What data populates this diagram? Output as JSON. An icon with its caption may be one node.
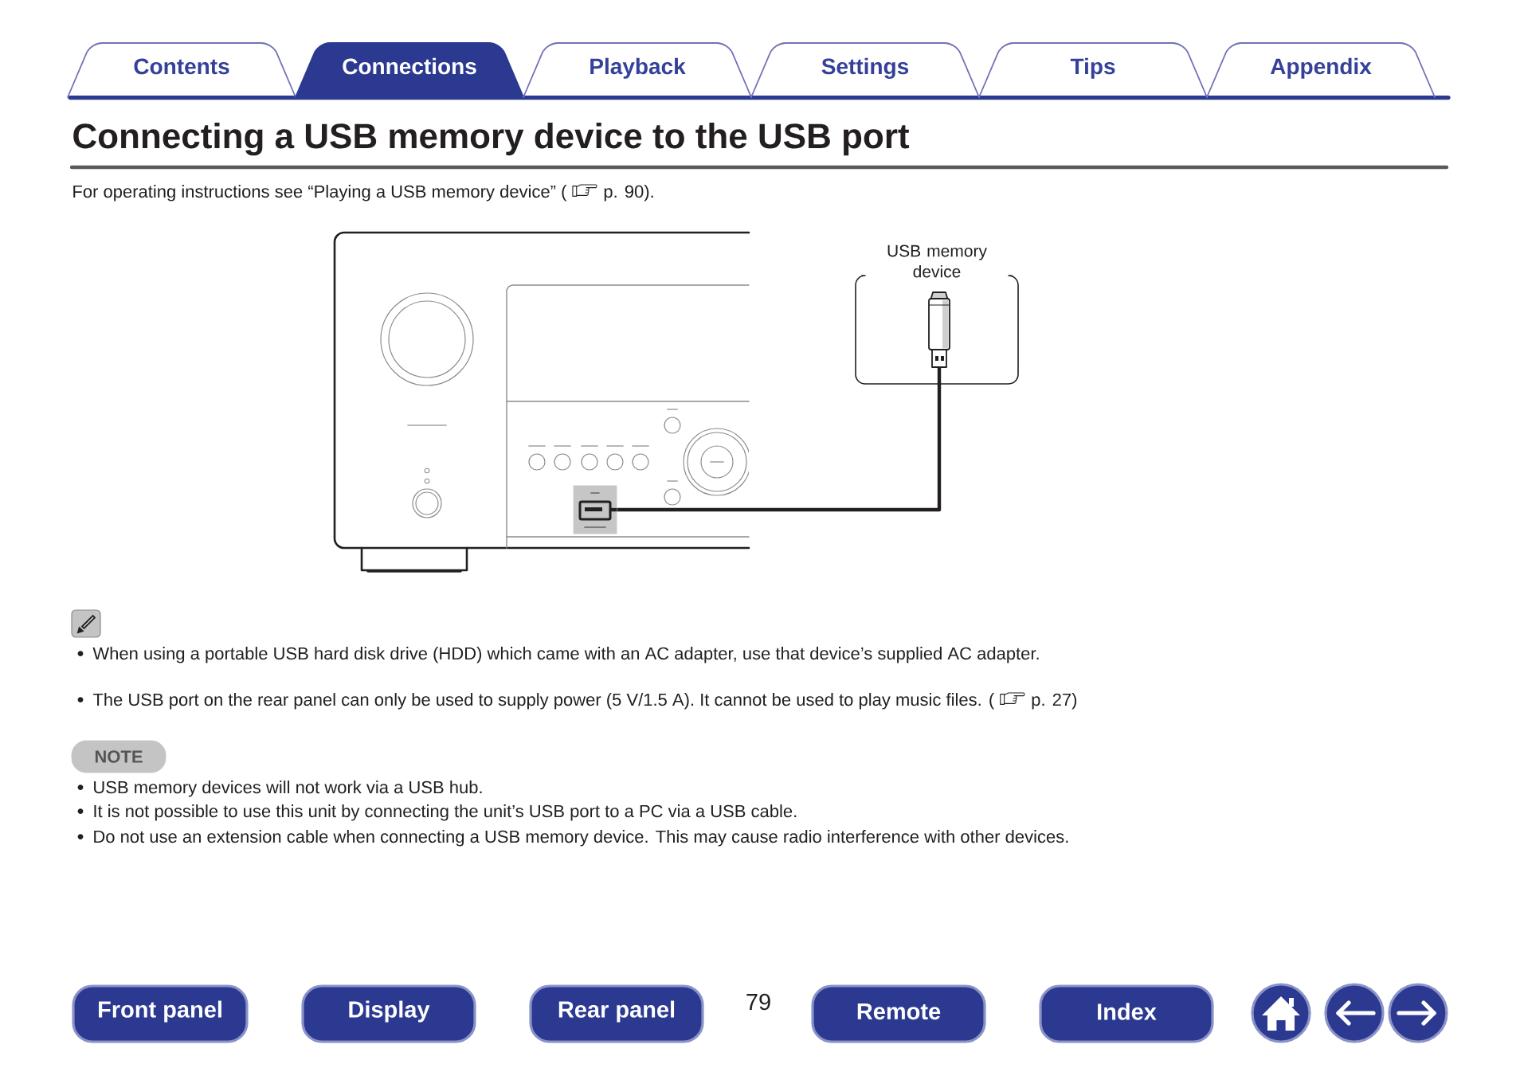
{
  "diagram": {
    "title": "Connecting a USB memory device to the USB port",
    "nodes": [
      {
        "text": [],
        "shape": "picture"
      },
      {
        "text": [],
        "shape": "box",
        "in": 0
      },
      {
        "text": [
          "USB memory device"
        ]
      },
      {
        "text": [],
        "shape": "picture",
        "in": 2
      }
    ],
    "edges": [
      {
        "from": 1,
        "to": 3,
        "arrow": "none"
      }
    ],
    "labels": [
      "Contents",
      "Connections",
      "Playback",
      "Settings",
      "Tips",
      "Appendix",
      "For operating instructions see “Playing a USB memory device” (",
      "p. 90).",
      "When using a portable USB hard disk drive (HDD) which came with an AC adapter, use that device’s supplied AC adapter.",
      "The USB port on the rear panel can only be used to supply power (5 V/1.5 A). It cannot be used to play music files. (",
      "p. 27)",
      "NOTE",
      "USB memory devices will not work via a USB hub.",
      "It is not possible to use this unit by connecting the unit’s USB port to a PC via a USB cable.",
      "Do not use an extension cable when connecting a USB memory device. This may cause radio interference with other devices.",
      "Front panel",
      "Display",
      "Rear panel",
      "79",
      "Remote",
      "Index"
    ]
  }
}
